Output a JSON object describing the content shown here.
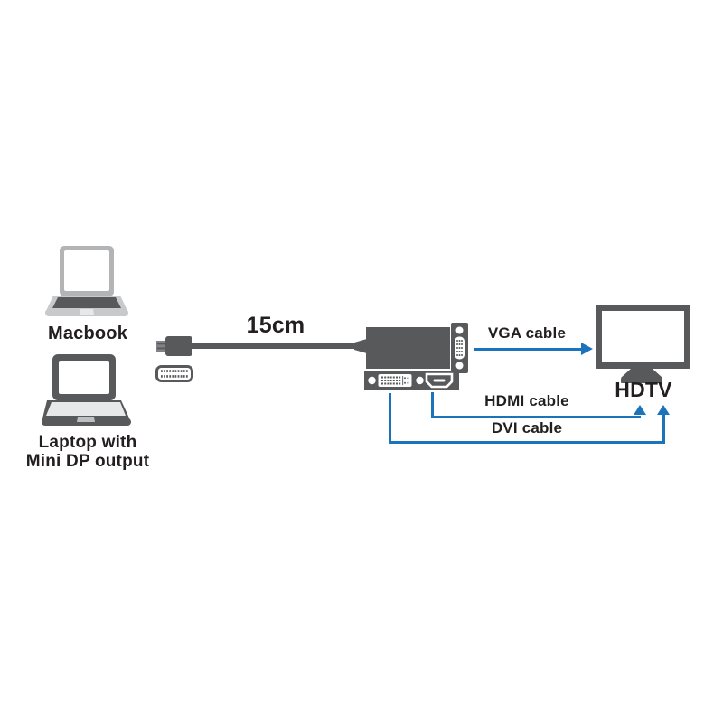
{
  "colors": {
    "accent_blue": "#1b74bb",
    "dark_gray": "#58595b",
    "mid_gray": "#808285",
    "frame_light": "#b2b4b6",
    "body_light": "#c8c9cb",
    "panel_light": "#e7e8e9",
    "trackpad_gray": "#bdbfc1",
    "text_color": "#231f20",
    "background": "#ffffff"
  },
  "labels": {
    "macbook": "Macbook",
    "laptop_line1": "Laptop with",
    "laptop_line2": "Mini DP output",
    "cable_length": "15cm",
    "vga_cable": "VGA cable",
    "hdmi_cable": "HDMI cable",
    "dvi_cable": "DVI cable",
    "hdtv": "HDTV"
  },
  "icons": [
    "macbook-icon",
    "laptop-icon",
    "mini-dp-plug-icon",
    "mini-dp-connector-icon",
    "adapter-icon",
    "vga-port-icon",
    "dvi-port-icon",
    "hdmi-port-icon",
    "hdtv-icon",
    "vga-arrow-right-icon",
    "hdmi-arrow-up-icon",
    "dvi-arrow-up-icon"
  ]
}
